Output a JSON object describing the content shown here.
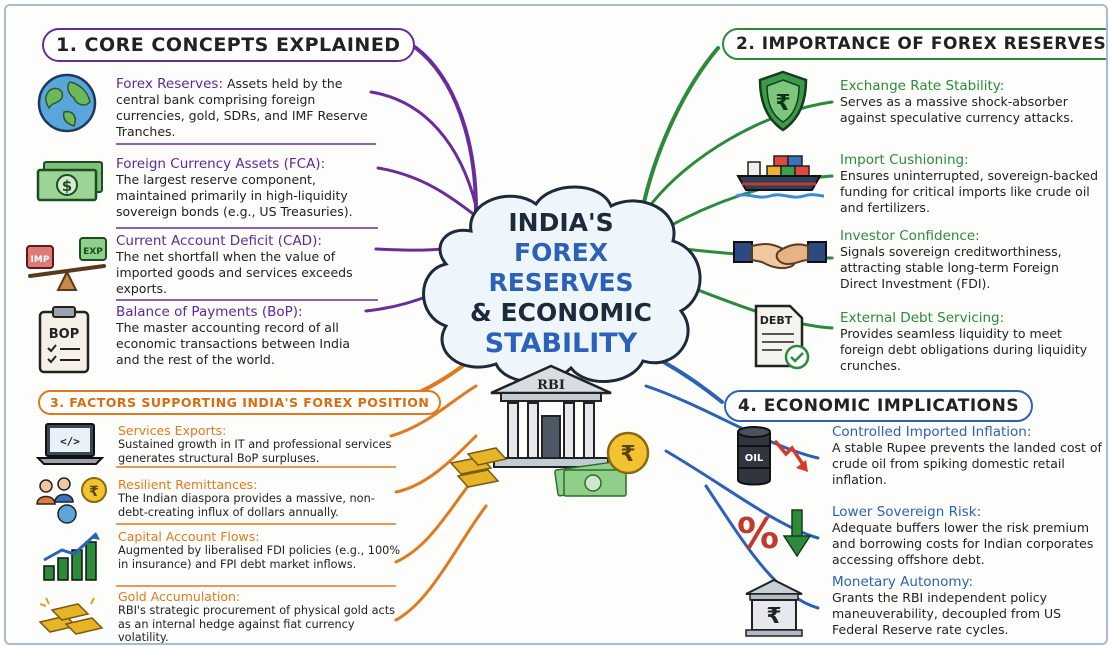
{
  "center": {
    "line1": "INDIA'S",
    "line2": "FOREX RESERVES",
    "line3": "& ECONOMIC",
    "line4": "STABILITY",
    "bank_label": "RBI",
    "coin_symbol": "₹"
  },
  "sections": {
    "core": {
      "heading": "1. CORE CONCEPTS EXPLAINED",
      "color": "#6a2c9c",
      "items": [
        {
          "title": "Forex Reserves:",
          "desc": "Assets held by the central bank comprising foreign currencies, gold, SDRs, and IMF Reserve Tranches.",
          "icon": "globe-icon"
        },
        {
          "title": "Foreign Currency Assets (FCA):",
          "desc": "The largest reserve component, maintained primarily in high-liquidity sovereign bonds (e.g., US Treasuries).",
          "icon": "dollar-bill-icon"
        },
        {
          "title": "Current Account Deficit (CAD):",
          "desc": "The net shortfall when the value of imported goods and services exceeds exports.",
          "icon": "balance-scale-icon"
        },
        {
          "title": "Balance of Payments (BoP):",
          "desc": "The master accounting record of all economic transactions between India and the rest of the world.",
          "icon": "clipboard-icon"
        }
      ],
      "icon_labels": {
        "imp": "IMP",
        "exp": "EXP",
        "bop": "BOP",
        "dollar": "$"
      }
    },
    "importance": {
      "heading": "2. IMPORTANCE OF FOREX RESERVES",
      "color": "#2c8b3a",
      "items": [
        {
          "title": "Exchange Rate Stability:",
          "desc": "Serves as a massive shock-absorber against speculative currency attacks.",
          "icon": "shield-rupee-icon"
        },
        {
          "title": "Import Cushioning:",
          "desc": "Ensures uninterrupted, sovereign-backed funding for critical imports like crude oil and fertilizers.",
          "icon": "cargo-ship-icon"
        },
        {
          "title": "Investor Confidence:",
          "desc": "Signals sovereign creditworthiness, attracting stable long-term Foreign Direct Investment (FDI).",
          "icon": "handshake-icon"
        },
        {
          "title": "External Debt Servicing:",
          "desc": "Provides seamless liquidity to meet foreign debt obligations during liquidity crunches.",
          "icon": "debt-document-icon"
        }
      ],
      "icon_labels": {
        "rupee": "₹",
        "debt": "DEBT"
      }
    },
    "factors": {
      "heading": "3. FACTORS SUPPORTING INDIA'S FOREX POSITION",
      "color": "#e07a1f",
      "items": [
        {
          "title": "Services Exports:",
          "desc": "Sustained growth in IT and professional services generates structural BoP surpluses.",
          "icon": "laptop-code-icon"
        },
        {
          "title": "Resilient Remittances:",
          "desc": "The Indian diaspora provides a massive, non-debt-creating influx of dollars annually.",
          "icon": "people-globe-icon"
        },
        {
          "title": "Capital Account Flows:",
          "desc": "Augmented by liberalised FDI policies (e.g., 100% in insurance) and FPI debt market inflows.",
          "icon": "growth-chart-icon"
        },
        {
          "title": "Gold Accumulation:",
          "desc": "RBI's strategic procurement of physical gold acts as an internal hedge against fiat currency volatility.",
          "icon": "gold-bars-icon"
        }
      ],
      "icon_labels": {
        "code": "</>",
        "rupee": "₹"
      }
    },
    "implications": {
      "heading": "4. ECONOMIC IMPLICATIONS",
      "color": "#2b62b8",
      "items": [
        {
          "title": "Controlled Imported Inflation:",
          "desc": "A stable Rupee prevents the landed cost of crude oil from spiking domestic retail inflation.",
          "icon": "oil-barrel-icon"
        },
        {
          "title": "Lower Sovereign Risk:",
          "desc": "Adequate buffers lower the risk premium and borrowing costs for Indian corporates accessing offshore debt.",
          "icon": "percent-down-icon"
        },
        {
          "title": "Monetary Autonomy:",
          "desc": "Grants the RBI independent policy maneuverability, decoupled from US Federal Reserve rate cycles.",
          "icon": "bank-rupee-icon"
        }
      ],
      "icon_labels": {
        "oil": "OIL",
        "percent": "%",
        "rupee": "₹"
      }
    }
  }
}
